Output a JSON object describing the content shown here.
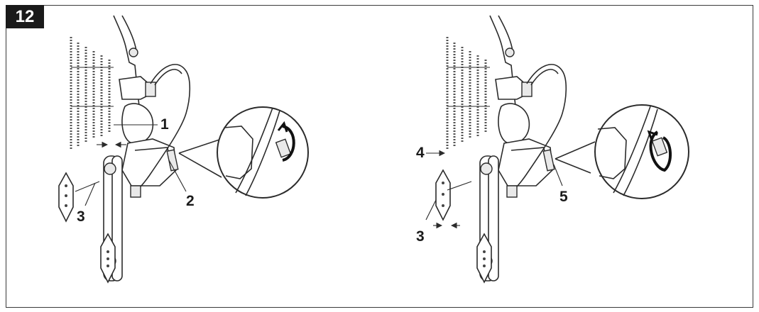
{
  "figure": {
    "step_number": "12",
    "left_panel": {
      "callouts": [
        "1",
        "2",
        "3"
      ]
    },
    "right_panel": {
      "callouts": [
        "4",
        "5",
        "3"
      ]
    }
  }
}
